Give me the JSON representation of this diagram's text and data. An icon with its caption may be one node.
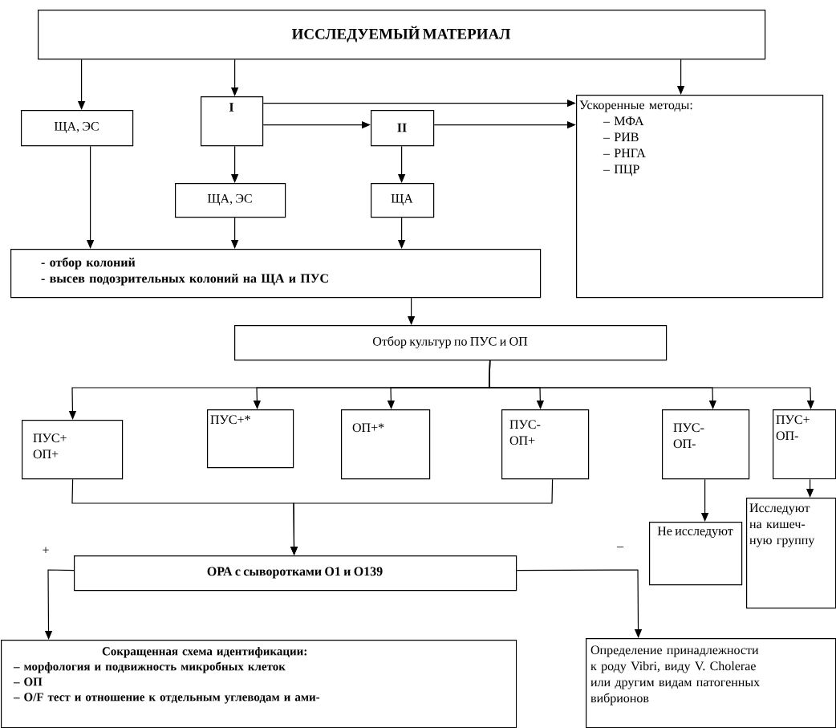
{
  "diagram": {
    "nodes": [
      {
        "text": [
          "ИССЛЕДУЕМЫЙ МАТЕРИАЛ"
        ]
      },
      {
        "text": [
          "ЩА, ЭС"
        ]
      },
      {
        "text": [
          "I"
        ]
      },
      {
        "text": [
          "II"
        ]
      },
      {
        "text": [
          "Ускоренные методы:",
          "– МФА",
          "– РИВ",
          "– РНГА",
          "– ПЦР"
        ]
      },
      {
        "text": [
          "ЩА, ЭС"
        ]
      },
      {
        "text": [
          "ЩА"
        ]
      },
      {
        "text": [
          "- отбор колоний",
          "- высев подозрительных колоний на ЩА и ПУС"
        ]
      },
      {
        "text": [
          "Отбор культур по ПУС и ОП"
        ]
      },
      {
        "text": [
          "ПУС+ ОП+"
        ]
      },
      {
        "text": [
          "ПУС+*"
        ]
      },
      {
        "text": [
          "ОП+*"
        ]
      },
      {
        "text": [
          "ПУС- ОП+"
        ]
      },
      {
        "text": [
          "ПУС- ОП-"
        ]
      },
      {
        "text": [
          "ПУС+ ОП-"
        ]
      },
      {
        "text": [
          "Не исследуют"
        ]
      },
      {
        "text": [
          "Исследуют на кишеч- ную группу"
        ]
      },
      {
        "text": [
          "ОРА с сыворотками О1 и О139"
        ]
      },
      {
        "text": [
          "Сокращенная схема идентификации:",
          "– морфология и подвижность микробных клеток",
          "– ОП",
          "– O/F тест и отношение к отдельным углеводам и ами-"
        ]
      },
      {
        "text": [
          "Определение принадлежности к роду Vibri, виду V. Cholerae или другим видам патогенных вибрионов"
        ]
      }
    ],
    "edges": [
      {
        "from": 0,
        "to": 1,
        "arrow": "to"
      },
      {
        "from": 0,
        "to": 2,
        "arrow": "to"
      },
      {
        "from": 0,
        "to": 4,
        "arrow": "to"
      },
      {
        "from": 2,
        "to": 4,
        "arrow": "to"
      },
      {
        "from": 2,
        "to": 3,
        "arrow": "to"
      },
      {
        "from": 3,
        "to": 4,
        "arrow": "to"
      },
      {
        "from": 2,
        "to": 5,
        "arrow": "to"
      },
      {
        "from": 3,
        "to": 6,
        "arrow": "to"
      },
      {
        "from": 1,
        "to": 7,
        "arrow": "to"
      },
      {
        "from": 5,
        "to": 7,
        "arrow": "to"
      },
      {
        "from": 6,
        "to": 7,
        "arrow": "to"
      },
      {
        "from": 7,
        "to": 8,
        "arrow": "to"
      },
      {
        "from": 8,
        "to": 9,
        "arrow": "to"
      },
      {
        "from": 8,
        "to": 10,
        "arrow": "to"
      },
      {
        "from": 8,
        "to": 11,
        "arrow": "to"
      },
      {
        "from": 8,
        "to": 12,
        "arrow": "to"
      },
      {
        "from": 8,
        "to": 13,
        "arrow": "to"
      },
      {
        "from": 8,
        "to": 14,
        "arrow": "to"
      },
      {
        "from": 9,
        "to": 17,
        "arrow": "to"
      },
      {
        "from": 12,
        "to": 17,
        "arrow": "to"
      },
      {
        "from": 13,
        "to": 15,
        "arrow": "to"
      },
      {
        "from": 14,
        "to": 16,
        "arrow": "to"
      },
      {
        "from": 17,
        "to": 18,
        "arrow": "to",
        "label": "+"
      },
      {
        "from": 17,
        "to": 19,
        "arrow": "to",
        "label": "–"
      }
    ]
  }
}
